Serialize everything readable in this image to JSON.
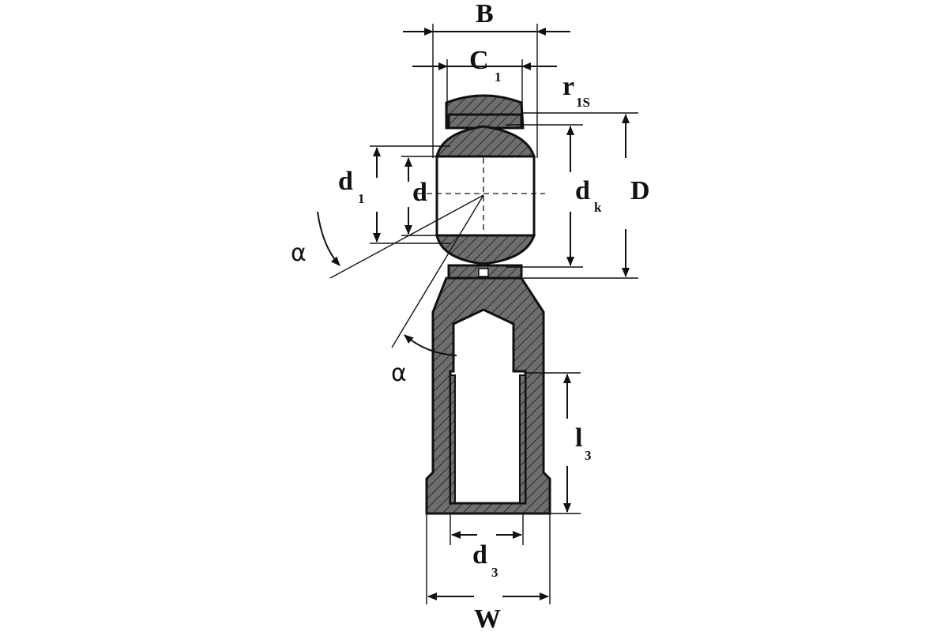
{
  "labels": {
    "B": "B",
    "C": "C",
    "C_sub": "1",
    "r": "r",
    "r_sub": "1S",
    "d1": "d",
    "d1_sub": "1",
    "d": "d",
    "dk": "d",
    "dk_sub": "k",
    "D": "D",
    "alpha_left": "α",
    "alpha_bottom": "α",
    "l3": "l",
    "l3_sub": "3",
    "d3": "d",
    "d3_sub": "3",
    "W": "W"
  },
  "colors": {
    "section_fill": "#6e6e6e",
    "line": "#111111",
    "background": "#ffffff"
  }
}
